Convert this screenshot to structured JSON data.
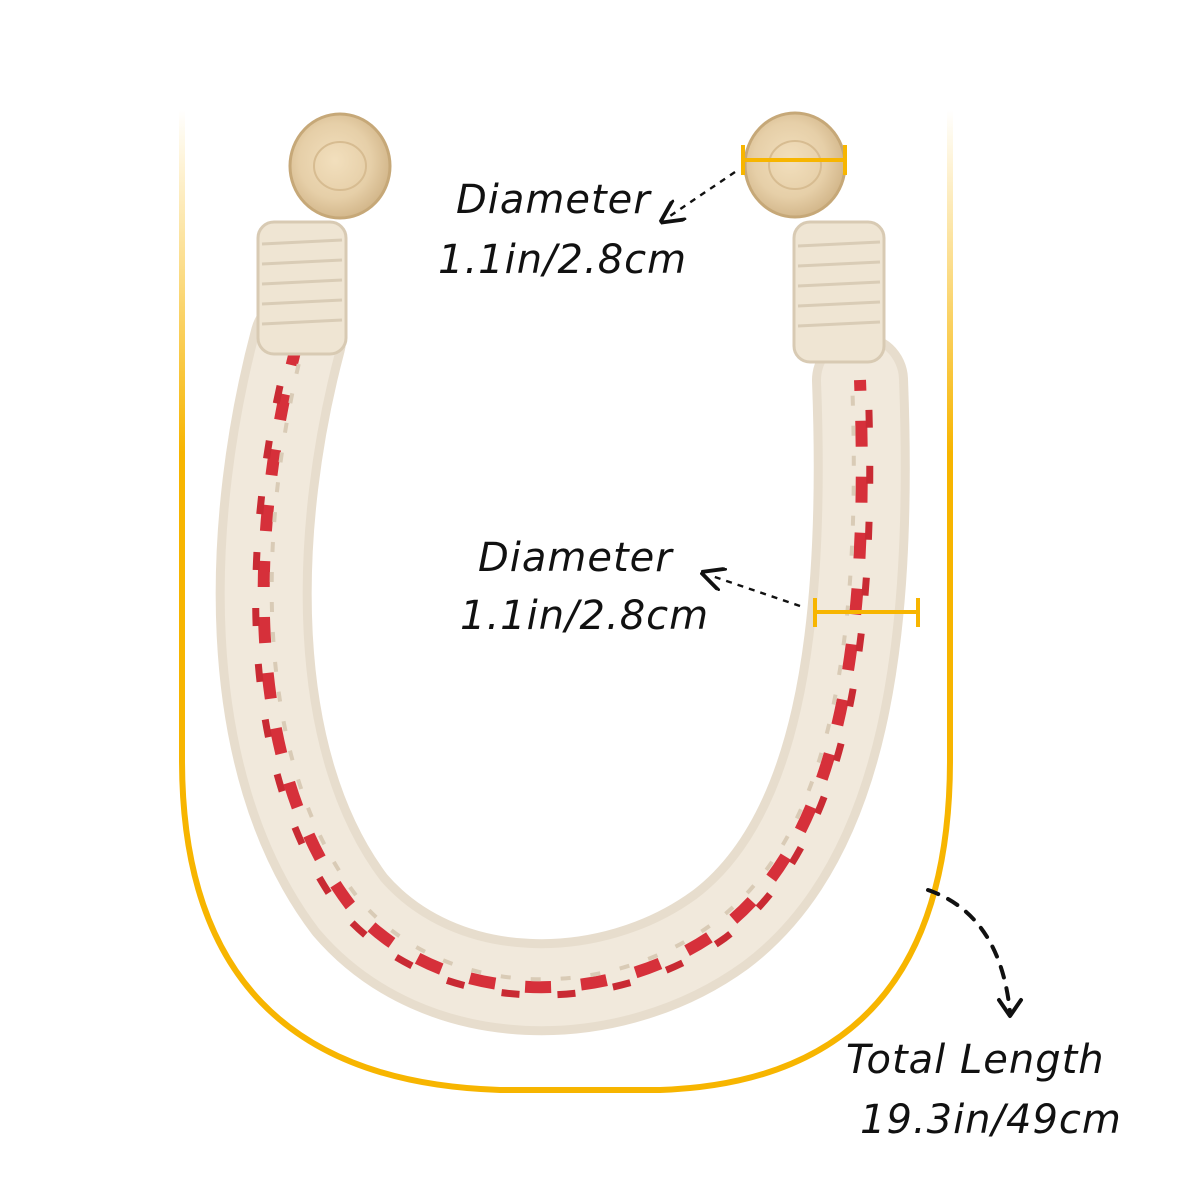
{
  "colors": {
    "accent": "#f7b500",
    "rope_cream": "#f1e9dc",
    "rope_red": "#d6303a",
    "wood": "#e6cfa8",
    "text": "#111111"
  },
  "annotations": {
    "top_diameter": {
      "title": "Diameter",
      "value": "1.1in/2.8cm"
    },
    "braid_diameter": {
      "title": "Diameter",
      "value": "1.1in/2.8cm"
    },
    "total_length": {
      "title": "Total Length",
      "value": "19.3in/49cm"
    }
  },
  "icons": [
    "dashed-arrow-icon",
    "dimension-marker-icon",
    "curved-dashed-arrow-icon"
  ]
}
